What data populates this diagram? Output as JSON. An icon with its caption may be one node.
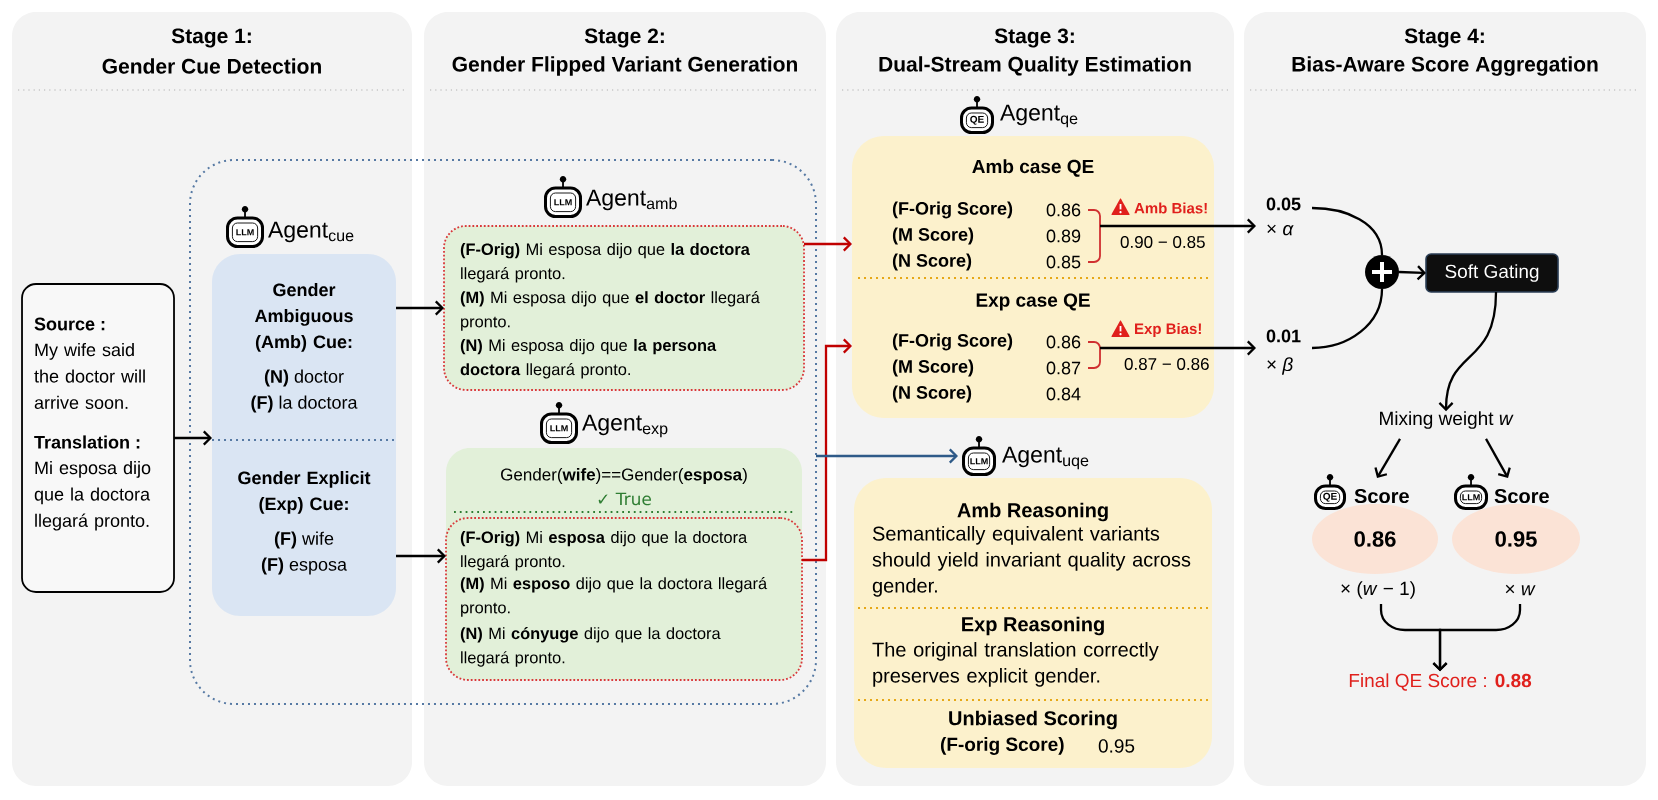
{
  "diagram": {
    "nodes": [
      {
        "text": [
          "Source :",
          "My wife said the doctor will arrive soon.",
          "Translation :",
          "Mi esposa dijo que la doctora llegará pronto."
        ]
      },
      {
        "text": [],
        "shape": "box"
      },
      {
        "text": [
          "LLM",
          "Agent$_{cue}$"
        ],
        "in": 1
      },
      {
        "text": [
          "Gender Ambiguous (Amb) Cue:",
          "**(N)** doctor",
          "**(F)** la doctora"
        ],
        "in": 2
      },
      {
        "text": [
          "Gender Explicit (Exp) Cue:",
          "**(F)** wife",
          "**(F)** esposa"
        ],
        "in": 2
      },
      {
        "text": [
          "LLM",
          "Agent$_{amb}$",
          "**(F-Orig)** Mi esposa dijo que **la doctora** llegará pronto.",
          "**(M)** Mi esposa dijo que **el doctor** llegará pronto.",
          "**(N)** Mi esposa dijo que **la persona doctora** llegará pronto."
        ],
        "in": 1
      },
      {
        "text": [
          "LLM",
          "Agent$_{exp}$",
          "Gender(**wife**)==Gender(**esposa**)",
          "✓ True"
        ],
        "in": 1
      },
      {
        "text": [
          "**(F-Orig)** Mi **esposa** dijo que la doctora llegará pronto.",
          "**(M)** Mi **esposo** dijo que la doctora llegará pronto.",
          "**(N)** Mi **cónyuge** dijo que la doctora llegará pronto."
        ],
        "in": 6
      },
      {
        "text": [
          "QE",
          "Agent$_{qe}$",
          "Amb case QE",
          "(F-Orig Score)",
          "0.86",
          "(M Score)",
          "0.89",
          "(N Score)",
          "0.85",
          "Amb Bias!",
          "0.90 − 0.85",
          "Exp case QE",
          "(F-Orig Score)",
          "0.86",
          "(M Score)",
          "0.87",
          "(N Score)",
          "0.84",
          "Exp Bias!",
          "0.87 − 0.86"
        ]
      },
      {
        "text": [
          "LLM",
          "Agent$_{uqe}$",
          "Amb Reasoning",
          "Semantically equivalent variants should yield invariant quality across gender.",
          "Exp Reasoning",
          "The original translation correctly preserves explicit gender.",
          "Unbiased Scoring",
          "(F-orig Score)",
          "0.95"
        ]
      },
      {
        "text": [
          "0.05",
          "× *α*"
        ]
      },
      {
        "text": [],
        "shape": "circle"
      },
      {
        "text": [
          "Soft Gating"
        ]
      },
      {
        "text": [
          "0.01",
          "× *β*"
        ]
      },
      {
        "text": [
          "Mixing weight *w*"
        ]
      },
      {
        "text": [
          "QE",
          "Score",
          "0.86"
        ],
        "beside": [
          "× (*w* − 1)"
        ]
      },
      {
        "text": [
          "LLM",
          "Score",
          "0.95"
        ],
        "beside": [
          "× *w*"
        ]
      },
      {
        "text": [
          "Final QE Score : **0.88**"
        ]
      }
    ],
    "edges": [
      {
        "from": 0,
        "to": 2,
        "arrow": "to"
      },
      {
        "from": 3,
        "to": 5,
        "arrow": "to"
      },
      {
        "from": 4,
        "to": 7,
        "arrow": "to"
      },
      {
        "from": 5,
        "to": 8,
        "arrow": "to",
        "color": "#c00000"
      },
      {
        "from": 7,
        "to": 8,
        "arrow": "to",
        "color": "#c00000"
      },
      {
        "from": 1,
        "to": 9,
        "arrow": "to",
        "color": "#2e5a88"
      },
      {
        "from": 8,
        "to": 10,
        "arrow": "to"
      },
      {
        "from": 8,
        "to": 13,
        "arrow": "to"
      },
      {
        "from": 10,
        "to": 11,
        "arrow": "none"
      },
      {
        "from": 13,
        "to": 11,
        "arrow": "none"
      },
      {
        "from": 11,
        "to": 12,
        "arrow": "to"
      },
      {
        "from": 12,
        "to": 14,
        "arrow": "to"
      },
      {
        "from": 14,
        "to": 15,
        "arrow": "to"
      },
      {
        "from": 14,
        "to": 16,
        "arrow": "to"
      },
      {
        "from": 15,
        "to": 17,
        "arrow": "to"
      },
      {
        "from": 16,
        "to": 17,
        "arrow": "to"
      }
    ],
    "labels": [
      "Stage 1:",
      "Gender Cue Detection",
      "Stage 2:",
      "Gender Flipped Variant Generation",
      "Stage 3:",
      "Dual-Stream Quality Estimation",
      "Stage 4:",
      "Bias-Aware Score Aggregation"
    ]
  }
}
